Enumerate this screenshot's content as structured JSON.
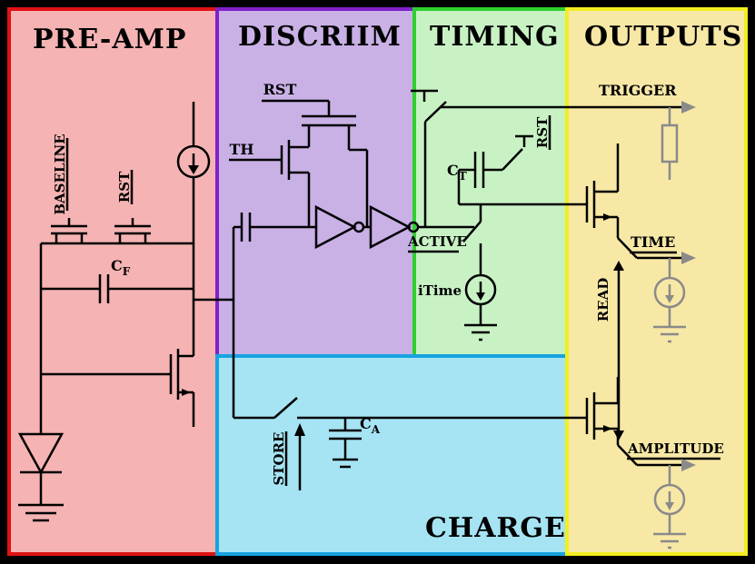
{
  "colors": {
    "wire": "#000000",
    "external": "#8a8a8a",
    "text": "#000000",
    "frame": "#000000"
  },
  "sections": {
    "preamp": {
      "title": "PRE-AMP",
      "fill": "#f5b3b3",
      "border": "#e01212"
    },
    "discrim": {
      "title": "DISCRIIM",
      "fill": "#c9b1e6",
      "border": "#8021c9"
    },
    "timing": {
      "title": "TIMING",
      "fill": "#c8f2c4",
      "border": "#2fd02f"
    },
    "charge": {
      "title": "CHARGE",
      "fill": "#a6e4f4",
      "border": "#16a3e0"
    },
    "outputs": {
      "title": "OUTPUTS",
      "fill": "#f8e8a6",
      "border": "#f2ee1f"
    }
  },
  "preamp": {
    "baseline_label": "BASELINE",
    "reset_label": "RST",
    "feedback_cap": {
      "symbol": "C",
      "subscript": "F"
    }
  },
  "discrim": {
    "reset_label": "RST",
    "threshold_label": "TH"
  },
  "timing": {
    "cap": {
      "symbol": "C",
      "subscript": "T"
    },
    "reset_label": "RST",
    "active_label": "ACTIVE",
    "itime_label": "iTime"
  },
  "charge": {
    "store_label": "STORE",
    "cap": {
      "symbol": "C",
      "subscript": "A"
    }
  },
  "outputs": {
    "trigger_label": "TRIGGER",
    "time_label": "TIME",
    "read_label": "READ",
    "amplitude_label": "AMPLITUDE"
  }
}
